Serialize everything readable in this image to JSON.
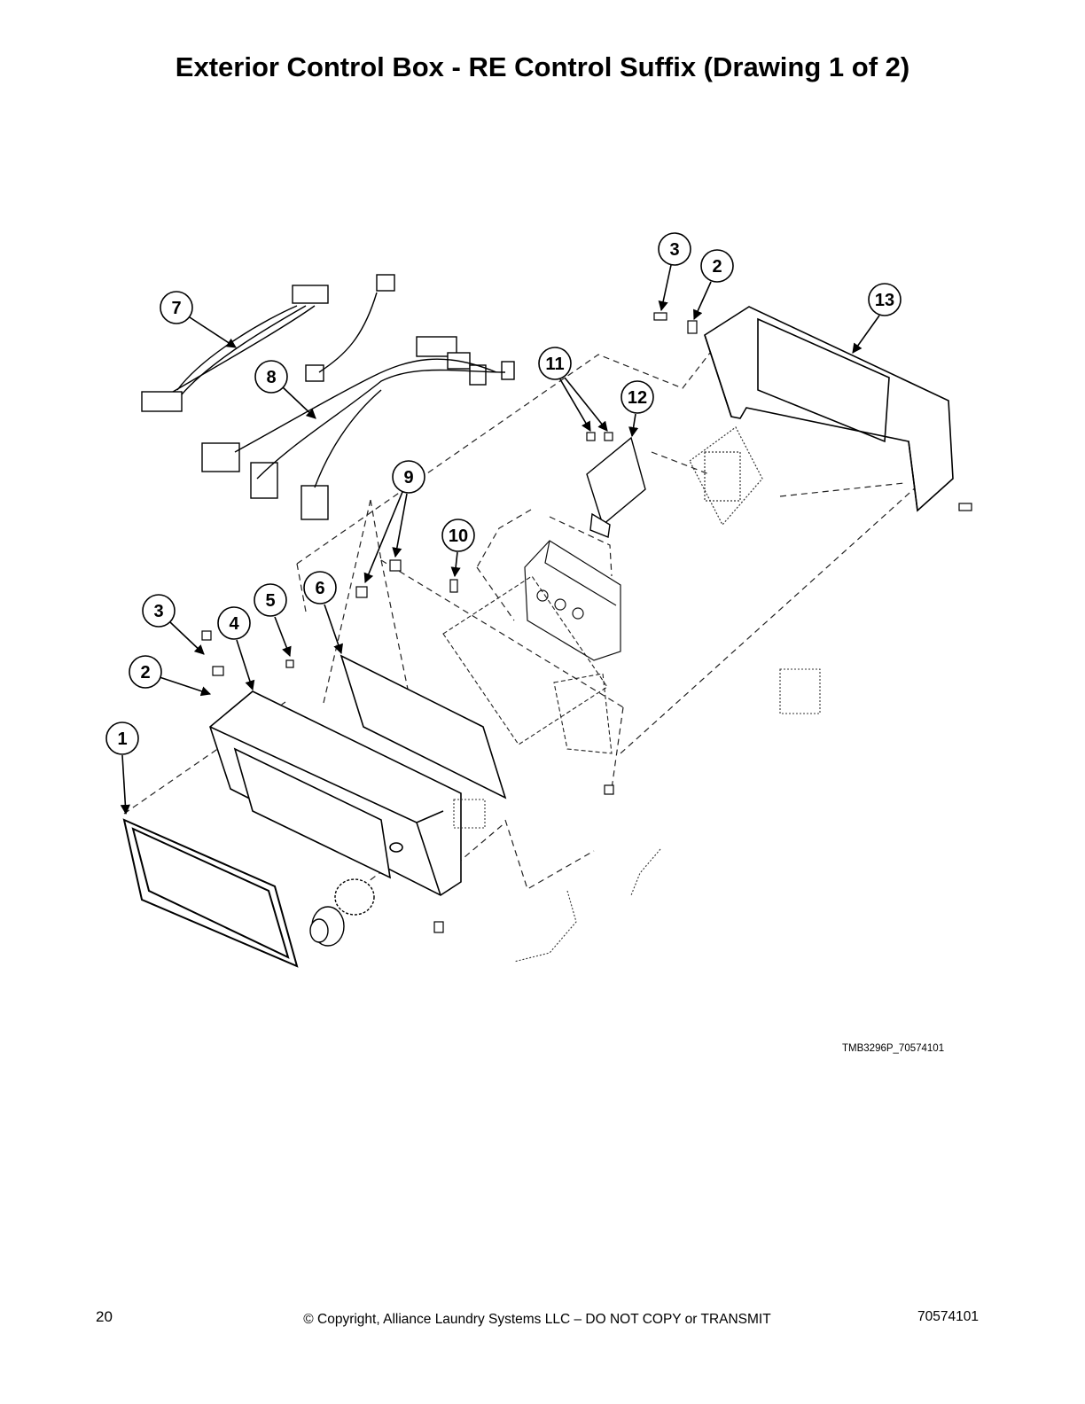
{
  "title": "Exterior Control Box - RE Control Suffix (Drawing 1 of 2)",
  "callouts": [
    {
      "id": "c1",
      "label": "1"
    },
    {
      "id": "c2a",
      "label": "2"
    },
    {
      "id": "c3a",
      "label": "3"
    },
    {
      "id": "c4",
      "label": "4"
    },
    {
      "id": "c5",
      "label": "5"
    },
    {
      "id": "c6",
      "label": "6"
    },
    {
      "id": "c7",
      "label": "7"
    },
    {
      "id": "c8",
      "label": "8"
    },
    {
      "id": "c9",
      "label": "9"
    },
    {
      "id": "c10",
      "label": "10"
    },
    {
      "id": "c11",
      "label": "11"
    },
    {
      "id": "c12",
      "label": "12"
    },
    {
      "id": "c3b",
      "label": "3"
    },
    {
      "id": "c2b",
      "label": "2"
    },
    {
      "id": "c13",
      "label": "13"
    }
  ],
  "drawing_id": "TMB3296P_70574101",
  "footer": {
    "page_number": "20",
    "copyright": "© Copyright, Alliance Laundry Systems LLC – DO NOT COPY or TRANSMIT",
    "doc_number": "70574101"
  }
}
